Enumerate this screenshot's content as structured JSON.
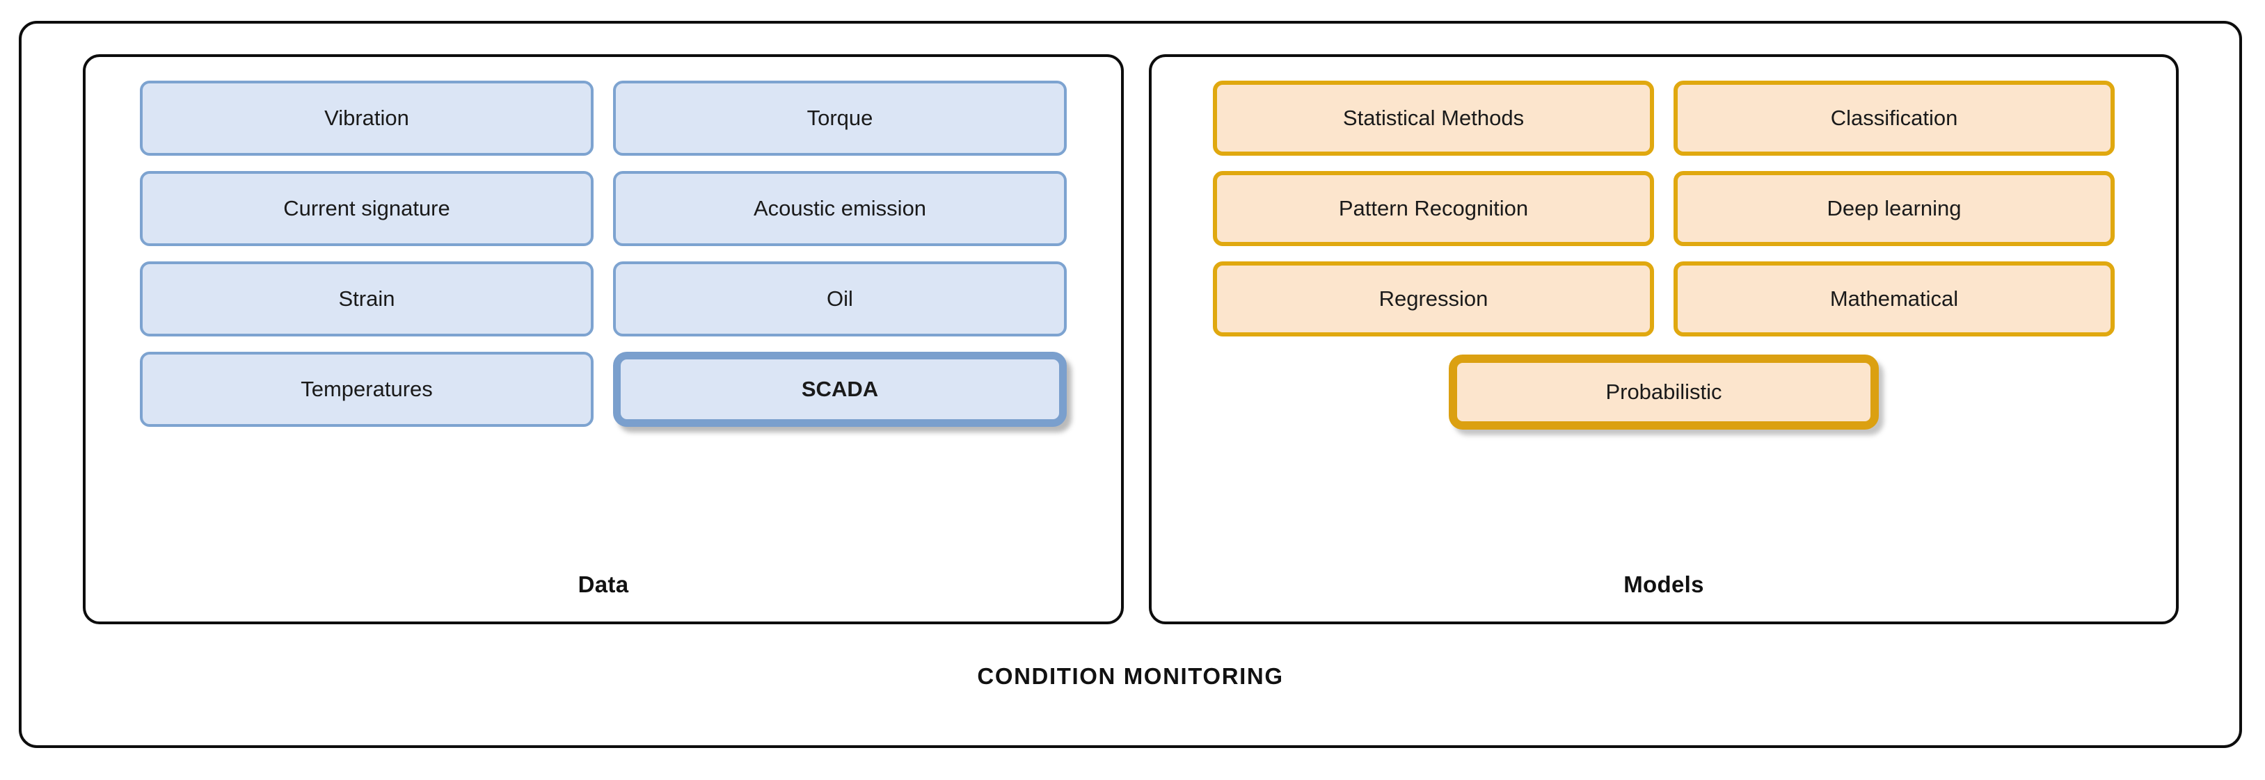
{
  "diagram": {
    "title": "CONDITION MONITORING",
    "colors": {
      "frame_border": "#0d0d0d",
      "data_fill": "#dbe5f5",
      "data_border": "#7da3d0",
      "data_emphasis_border": "#7a9fcd",
      "models_fill": "#fce5cd",
      "models_border": "#e0a80f",
      "models_emphasis_border": "#dba011",
      "text": "#1a1a1a",
      "background": "#ffffff"
    },
    "panels": [
      {
        "id": "data",
        "label": "Data",
        "nodes": [
          {
            "label": "Vibration",
            "column": 1,
            "row": 1,
            "emphasis": false
          },
          {
            "label": "Torque",
            "column": 2,
            "row": 1,
            "emphasis": false
          },
          {
            "label": "Current signature",
            "column": 1,
            "row": 2,
            "emphasis": false
          },
          {
            "label": "Acoustic emission",
            "column": 2,
            "row": 2,
            "emphasis": false
          },
          {
            "label": "Strain",
            "column": 1,
            "row": 3,
            "emphasis": false
          },
          {
            "label": "Oil",
            "column": 2,
            "row": 3,
            "emphasis": false
          },
          {
            "label": "Temperatures",
            "column": 1,
            "row": 4,
            "emphasis": false
          },
          {
            "label": "SCADA",
            "column": 2,
            "row": 4,
            "emphasis": true
          }
        ]
      },
      {
        "id": "models",
        "label": "Models",
        "nodes": [
          {
            "label": "Statistical Methods",
            "column": 1,
            "row": 1,
            "emphasis": false
          },
          {
            "label": "Classification",
            "column": 2,
            "row": 1,
            "emphasis": false
          },
          {
            "label": "Pattern Recognition",
            "column": 1,
            "row": 2,
            "emphasis": false
          },
          {
            "label": "Deep learning",
            "column": 2,
            "row": 2,
            "emphasis": false
          },
          {
            "label": "Regression",
            "column": 1,
            "row": 3,
            "emphasis": false
          },
          {
            "label": "Mathematical",
            "column": 2,
            "row": 3,
            "emphasis": false
          }
        ],
        "featured_nodes": [
          {
            "label": "Probabilistic",
            "emphasis": true
          }
        ]
      }
    ]
  }
}
